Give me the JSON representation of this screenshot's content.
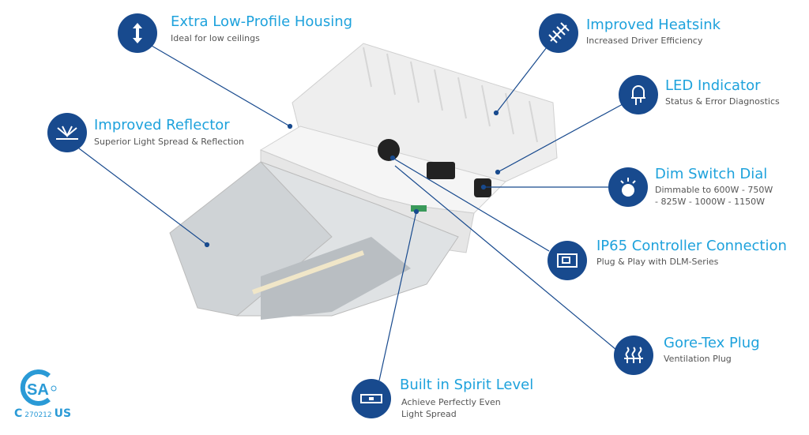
{
  "features": [
    {
      "title": "Extra Low-Profile Housing",
      "subtitle": "Ideal for low ceilings",
      "icon": "arrows-vertical-icon"
    },
    {
      "title": "Improved Heatsink",
      "subtitle": "Increased Driver Efficiency",
      "icon": "heatsink-icon"
    },
    {
      "title": "LED Indicator",
      "subtitle": "Status & Error Diagnostics",
      "icon": "led-bulb-icon"
    },
    {
      "title": "Improved Reflector",
      "subtitle": "Superior Light Spread & Reflection",
      "icon": "reflector-icon"
    },
    {
      "title": "Dim Switch Dial",
      "subtitle": "Dimmable to 600W - 750W",
      "subtitle2": "- 825W - 1000W - 1150W",
      "icon": "dial-icon"
    },
    {
      "title": "IP65 Controller Connection",
      "subtitle": "Plug & Play with DLM-Series",
      "icon": "controller-icon"
    },
    {
      "title": "Gore-Tex Plug",
      "subtitle": "Ventilation Plug",
      "icon": "vent-plug-icon"
    },
    {
      "title": "Built in Spirit Level",
      "subtitle": "Achieve Perfectly Even",
      "subtitle2": "Light Spread",
      "icon": "spirit-level-icon"
    }
  ],
  "certification": {
    "left": "C",
    "number": "270212",
    "right": "US",
    "logo": "CSA"
  },
  "colors": {
    "circle": "#184a8e",
    "title": "#1ea2dc",
    "text": "#555555"
  }
}
